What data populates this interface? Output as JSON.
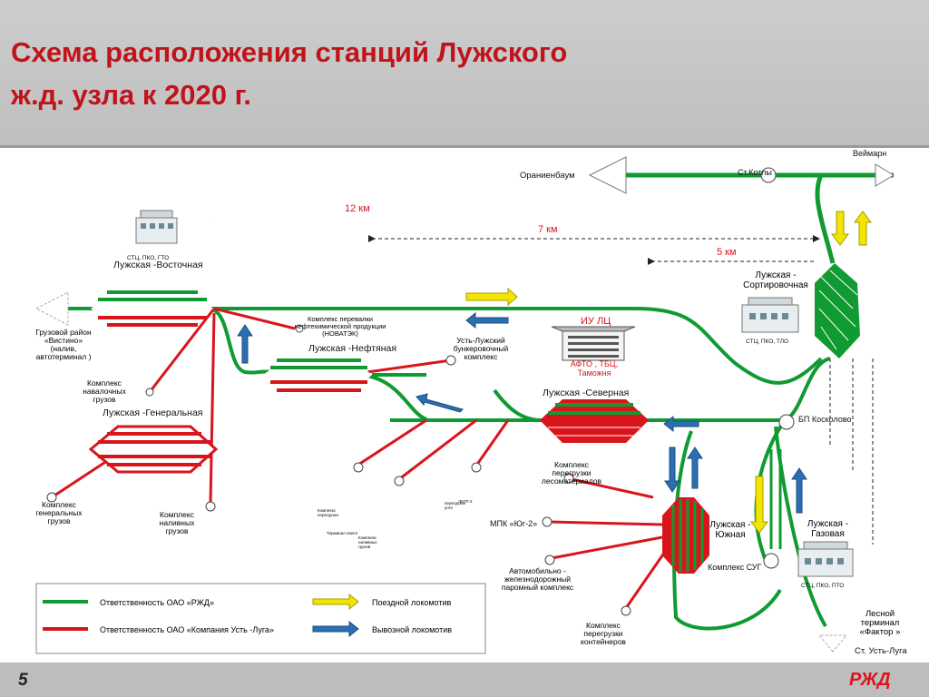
{
  "header": {
    "title": "Схема расположения станций Лужского\nж.д. узла к 2020 г."
  },
  "footer": {
    "page_number": "5",
    "logo": "РЖД"
  },
  "distances": {
    "d12": "12 км",
    "d7": "7 км",
    "d5": "5 км"
  },
  "stations": {
    "vostochnaya": "Лужская -Восточная",
    "neftyanaya": "Лужская -Нефтяная",
    "generalnaya": "Лужская -Генеральная",
    "severnaya": "Лужская -Северная",
    "sortirovochnaya": "Лужская -\nСортировочная",
    "yuzhnaya": "Лужская -\nЮжная",
    "gazovaya": "Лужская -\nГазовая",
    "kotly": "Ст.Котлы",
    "veimarn": "Веймарн",
    "oranienbaum": "Ораниенбаум",
    "koskolovo": "БП Косколово",
    "ust_luga": "Ст. Усть-Луга",
    "les_terminal": "Лесной\nтерминал\n«Фактор »"
  },
  "buildings": {
    "vostochnaya": "СТЦ, ПКО, ГТО",
    "sortirovochnaya": "СТЦ, ПКО, ТЛО",
    "gazovaya": "СТЦ, ПКО, ПТО",
    "iu_lc": "ИУ ЛЦ",
    "afto": "АФТО , ТБЦ,\nТаможня"
  },
  "complexes": {
    "gruzovoy": "Грузовой район\n«Вистино»\n(налив,\nавтотерминал )",
    "navalochnyh": "Комплекс\nнавалочных\nгрузов",
    "novatek": "Комплекс перевалки\nнефтехимической продукции\n(НОВАТЭК)",
    "bunker": "Усть-Лужский\nбункеровочный\nкомплекс",
    "generalnyh": "Комплекс\nгенеральных\nгрузов",
    "nalivnyh": "Комплекс\nналивных\nгрузов",
    "lesomaterialov": "Комплекс\nперегрузки\nлесоматериалов",
    "yug2": "МПК «Юг-2»",
    "parom": "Автомобильно -\nжелезнодорожный\nпаромный комплекс",
    "konteinerov": "Комплекс\nперегрузки\nконтейнеров",
    "sug": "Комплекс СУГ"
  },
  "small_labels": {
    "a": "Комплекс\nперегрузки",
    "b": "перегрузки\nугля",
    "c": "Терминал свелл",
    "d": "Комплекс\nналивных\nгрузов",
    "e": "ЭКЛТ-2"
  },
  "legend": {
    "rzd": "Ответственность ОАО  «РЖД»",
    "ustluga": "Ответственность ОАО  «Компания Усть -Луга»",
    "train_loco": "Поездной локомотив",
    "export_loco": "Вывозной локомотив"
  },
  "colors": {
    "green": "#109a32",
    "red": "#d9151c",
    "yellow": "#f2e600",
    "blue": "#2b6fb2",
    "title": "#c0141b"
  }
}
